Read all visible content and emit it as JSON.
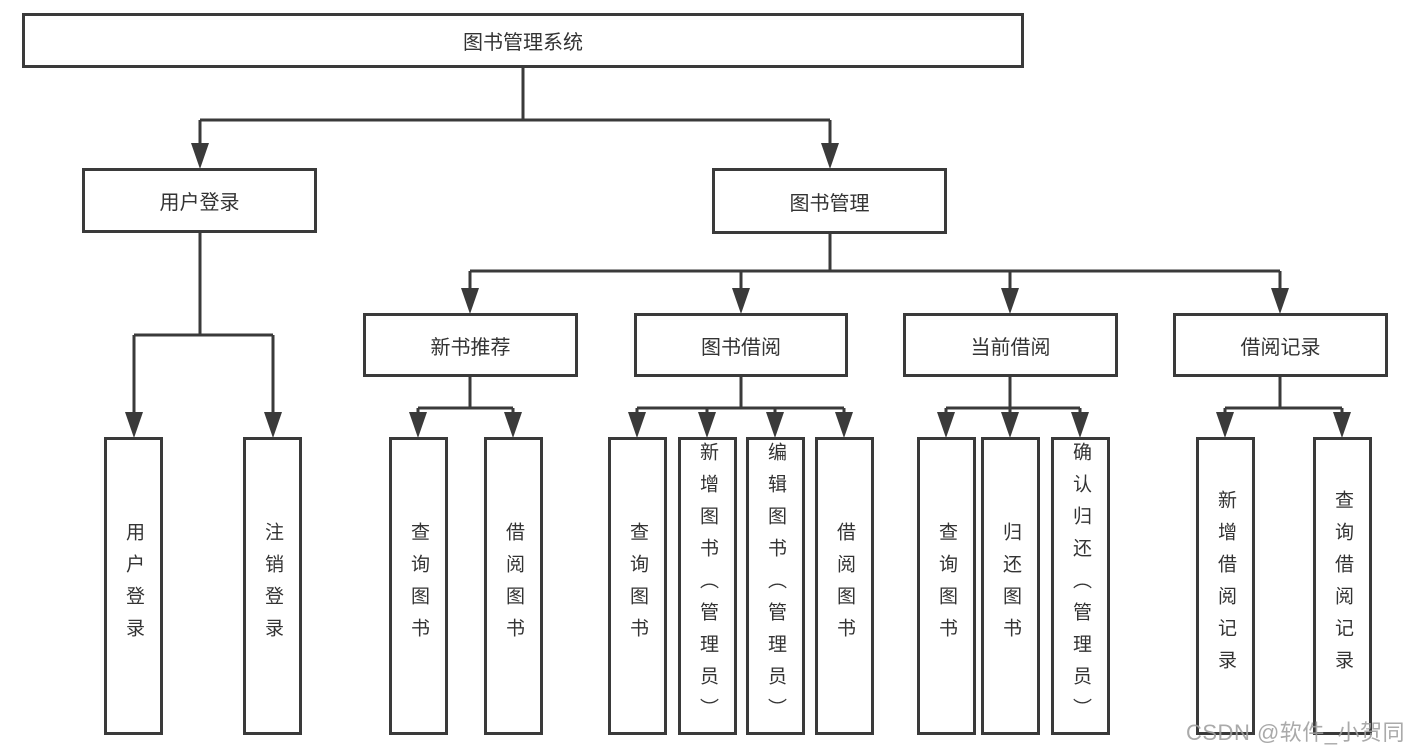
{
  "diagram": {
    "root": {
      "label": "图书管理系统"
    },
    "level2": [
      {
        "id": "user-login",
        "label": "用户登录"
      },
      {
        "id": "book-management",
        "label": "图书管理"
      }
    ],
    "level3": [
      {
        "id": "new-book-recommend",
        "label": "新书推荐"
      },
      {
        "id": "book-borrowing",
        "label": "图书借阅"
      },
      {
        "id": "current-borrowing",
        "label": "当前借阅"
      },
      {
        "id": "borrowing-records",
        "label": "借阅记录"
      }
    ],
    "leaves": [
      {
        "parent": "user-login",
        "label": "用户登录"
      },
      {
        "parent": "user-login",
        "label": "注销登录"
      },
      {
        "parent": "new-book-recommend",
        "label": "查询图书"
      },
      {
        "parent": "new-book-recommend",
        "label": "借阅图书"
      },
      {
        "parent": "book-borrowing",
        "label": "查询图书"
      },
      {
        "parent": "book-borrowing",
        "label": "新增图书（管理员）"
      },
      {
        "parent": "book-borrowing",
        "label": "编辑图书（管理员）"
      },
      {
        "parent": "book-borrowing",
        "label": "借阅图书"
      },
      {
        "parent": "current-borrowing",
        "label": "查询图书"
      },
      {
        "parent": "current-borrowing",
        "label": "归还图书"
      },
      {
        "parent": "current-borrowing",
        "label": "确认归还（管理员）"
      },
      {
        "parent": "borrowing-records",
        "label": "新增借阅记录"
      },
      {
        "parent": "borrowing-records",
        "label": "查询借阅记录"
      }
    ],
    "watermark": "CSDN @软件_小贺同学",
    "colors": {
      "line": "#3a3a3a",
      "text": "#333333",
      "watermark": "#9e9e9e"
    }
  }
}
